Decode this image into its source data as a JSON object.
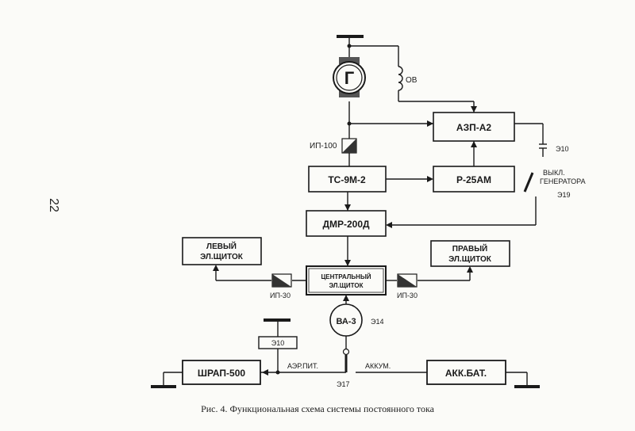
{
  "page_number": "22",
  "caption": "Рис. 4. Функциональная схема системы постоянного тока",
  "generator": {
    "symbol": "Г",
    "winding": "ОВ"
  },
  "boxes": {
    "azp": "АЗП-А2",
    "ts": "ТС-9М-2",
    "r25": "Р-25АМ",
    "dmr": "ДМР-200Д",
    "left_panel": [
      "ЛЕВЫЙ",
      "ЭЛ.ЩИТОК"
    ],
    "right_panel": [
      "ПРАВЫЙ",
      "ЭЛ.ЩИТОК"
    ],
    "central": [
      "ЦЕНТРАЛЬНЫЙ",
      "ЭЛ.ЩИТОК"
    ],
    "e10_box": "Э10",
    "shrap": "ШРАП-500",
    "akk": "АКК.БАТ."
  },
  "labels": {
    "ip100": "ИП-100",
    "e10_top": "Э10",
    "switch": [
      "ВЫКЛ.",
      "ГЕНЕРАТОРА"
    ],
    "e19": "Э19",
    "ip30_left": "ИП-30",
    "ip30_right": "ИП-30",
    "va": "ВА-3",
    "e14": "Э14",
    "aer": "АЭР.ПИТ.",
    "akkum": "АККУМ.",
    "e17": "Э17"
  }
}
